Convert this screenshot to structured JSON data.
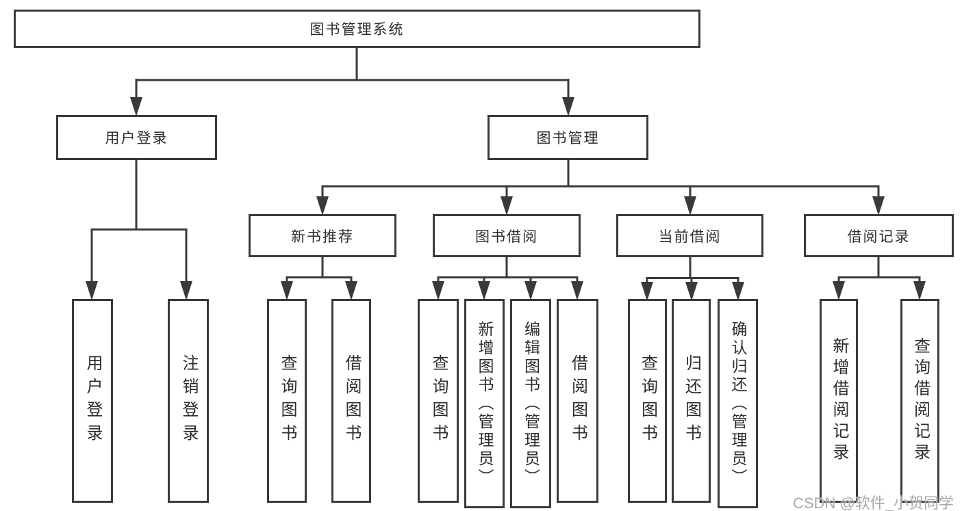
{
  "tree": {
    "root": {
      "label": "图书管理系统",
      "children": [
        {
          "label": "用户登录",
          "children": [
            {
              "label": "用户登录"
            },
            {
              "label": "注销登录"
            }
          ]
        },
        {
          "label": "图书管理",
          "children": [
            {
              "label": "新书推荐",
              "children": [
                {
                  "label": "查询图书"
                },
                {
                  "label": "借阅图书"
                }
              ]
            },
            {
              "label": "图书借阅",
              "children": [
                {
                  "label": "查询图书"
                },
                {
                  "label": "新增图书（管理员）"
                },
                {
                  "label": "编辑图书（管理员）"
                },
                {
                  "label": "借阅图书"
                }
              ]
            },
            {
              "label": "当前借阅",
              "children": [
                {
                  "label": "查询图书"
                },
                {
                  "label": "归还图书"
                },
                {
                  "label": "确认归还（管理员）"
                }
              ]
            },
            {
              "label": "借阅记录",
              "children": [
                {
                  "label": "新增借阅记录"
                },
                {
                  "label": "查询借阅记录"
                }
              ]
            }
          ]
        }
      ]
    }
  },
  "watermark": {
    "text": "CSDN @软件_小贺同学"
  },
  "colors": {
    "line": "#3a3a3a",
    "box_border": "#3a3a3a",
    "text": "#2d2d2d",
    "watermark": "#a9a9a9",
    "background": "#ffffff"
  }
}
